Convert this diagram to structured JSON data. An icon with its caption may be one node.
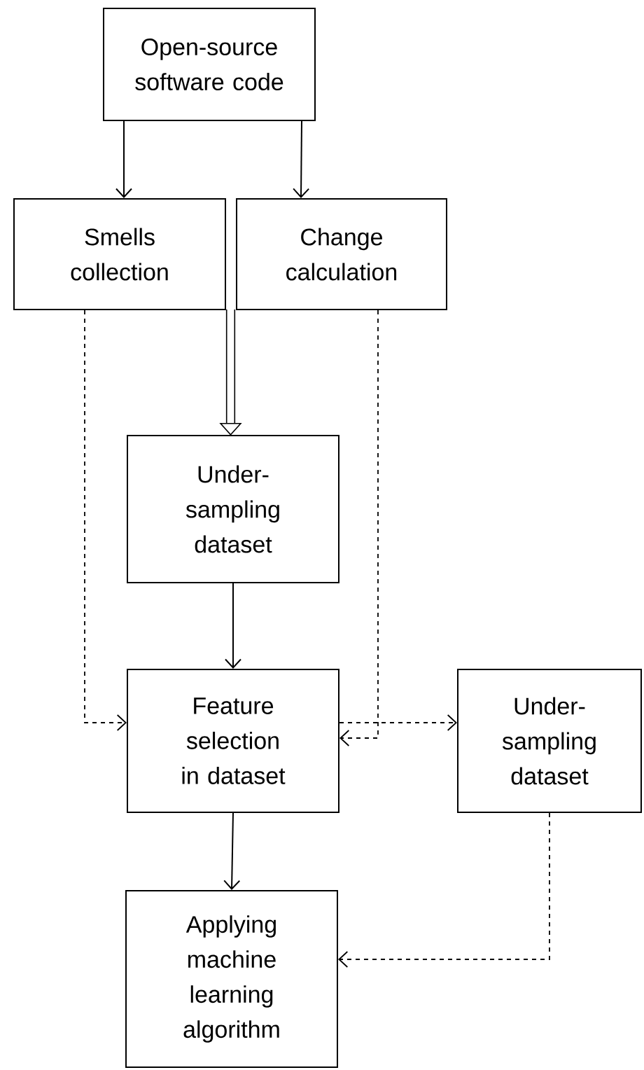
{
  "diagram": {
    "nodes": [
      {
        "text": [
          "Open-source software code"
        ]
      },
      {
        "text": [
          "Smells collection"
        ]
      },
      {
        "text": [
          "Change calculation"
        ]
      },
      {
        "text": [
          "Under-sampling dataset"
        ]
      },
      {
        "text": [
          "Feature selection in dataset"
        ]
      },
      {
        "text": [
          "Under-sampling dataset"
        ]
      },
      {
        "text": [
          "Applying machine learning algorithm"
        ]
      }
    ],
    "edges": [
      {
        "from": 0,
        "to": 1,
        "arrow": "to"
      },
      {
        "from": 0,
        "to": 2,
        "arrow": "to"
      },
      {
        "from": 1,
        "to": 3,
        "arrow": "to",
        "style": "thick"
      },
      {
        "from": 2,
        "to": 3,
        "arrow": "to",
        "style": "thick"
      },
      {
        "from": 3,
        "to": 4,
        "arrow": "to"
      },
      {
        "from": 1,
        "to": 4,
        "arrow": "to",
        "style": "dashed"
      },
      {
        "from": 2,
        "to": 4,
        "arrow": "to",
        "style": "dashed"
      },
      {
        "from": 4,
        "to": 5,
        "arrow": "to",
        "style": "dashed"
      },
      {
        "from": 4,
        "to": 6,
        "arrow": "to"
      },
      {
        "from": 5,
        "to": 6,
        "arrow": "to",
        "style": "dashed"
      }
    ]
  }
}
